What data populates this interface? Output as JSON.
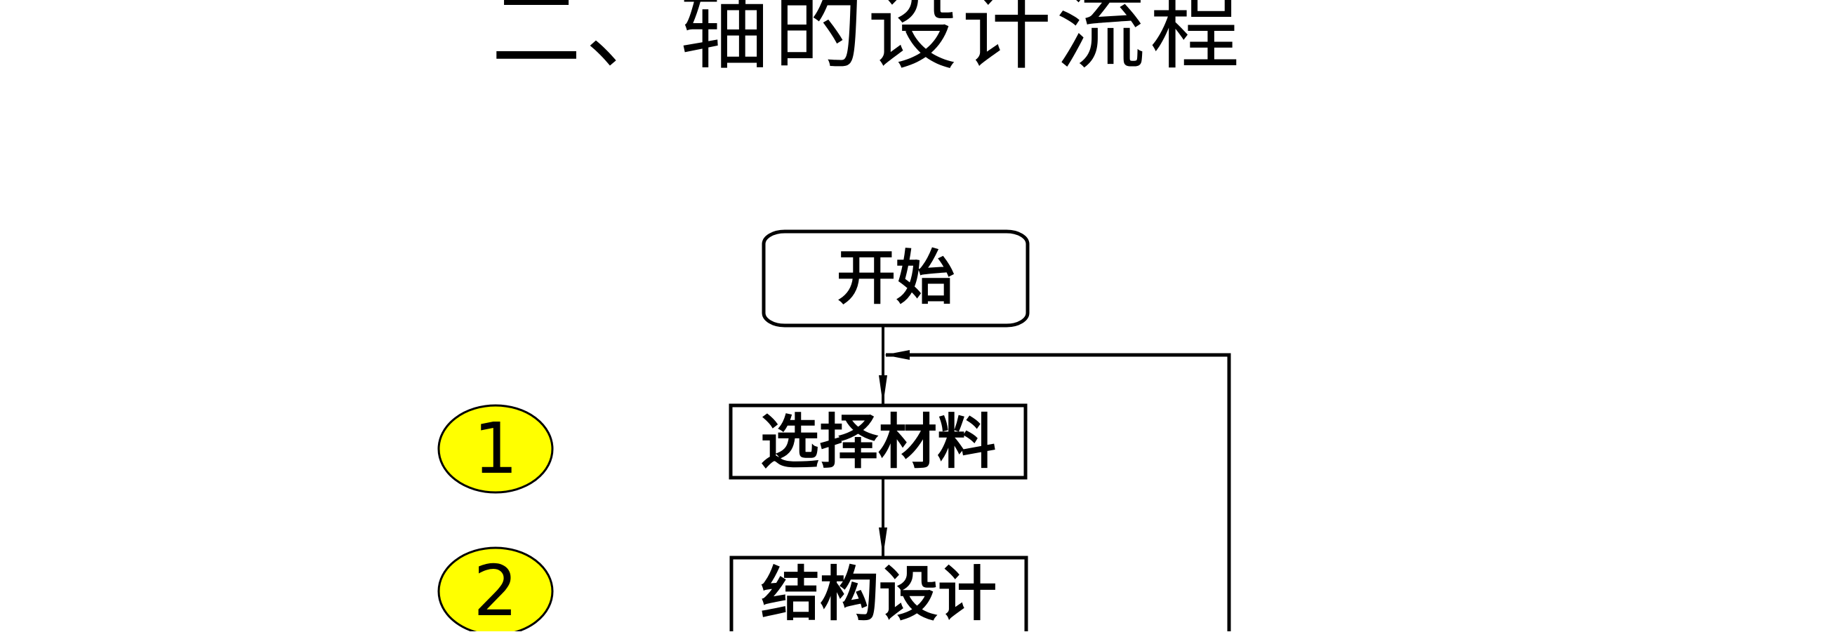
{
  "title": "二、轴的设计流程",
  "flowchart": {
    "start": "开始",
    "steps": [
      {
        "number": "1",
        "label": "选择材料"
      },
      {
        "number": "2",
        "label": "结构设计"
      }
    ]
  },
  "colors": {
    "marker_fill": "#FFFF00",
    "stroke": "#000000"
  }
}
